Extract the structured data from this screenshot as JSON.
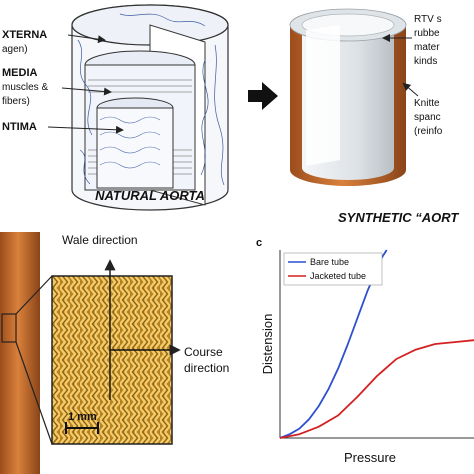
{
  "natural": {
    "layers": [
      {
        "line1": "XTERNA",
        "line2": "agen)"
      },
      {
        "line1": "MEDIA",
        "line2": "muscles &",
        "line3": "fibers)"
      },
      {
        "line1": "NTIMA"
      }
    ],
    "caption": "NATURAL AORTA"
  },
  "synthetic": {
    "caption": "SYNTHETIC “AORT",
    "material_lines": [
      "RTV s",
      "rubbe",
      "mater",
      "kinds"
    ],
    "reinforcement_lines": [
      "Knitte",
      "spanc",
      "(reinfo"
    ]
  },
  "knit": {
    "wale_label": "Wale direction",
    "course_label_1": "Course",
    "course_label_2": "direction",
    "scale_label": "1 mm"
  },
  "chart_data": {
    "type": "line",
    "panel_label": "c",
    "xlabel": "Pressure",
    "ylabel": "Distension",
    "series": [
      {
        "name": "Bare tube",
        "color": "#2f4fd0",
        "x": [
          0,
          0.1,
          0.2,
          0.3,
          0.4,
          0.5,
          0.6,
          0.7,
          0.8,
          0.9,
          1.0,
          1.05,
          1.1
        ],
        "y": [
          0,
          0.02,
          0.05,
          0.1,
          0.17,
          0.26,
          0.37,
          0.5,
          0.64,
          0.78,
          0.9,
          0.96,
          1.0
        ]
      },
      {
        "name": "Jacketed tube",
        "color": "#d42020",
        "x": [
          0,
          0.2,
          0.4,
          0.6,
          0.8,
          1.0,
          1.2,
          1.4,
          1.6,
          1.8,
          2.0
        ],
        "y": [
          0,
          0.02,
          0.06,
          0.12,
          0.22,
          0.33,
          0.42,
          0.47,
          0.5,
          0.51,
          0.52
        ]
      }
    ],
    "xlim": [
      0,
      2.0
    ],
    "ylim": [
      0,
      1.0
    ],
    "legend": "top-left"
  },
  "colors": {
    "copper": "#c8692c",
    "copper_dark": "#8a4418",
    "knit": "#c9962e",
    "arrow": "#222222"
  }
}
